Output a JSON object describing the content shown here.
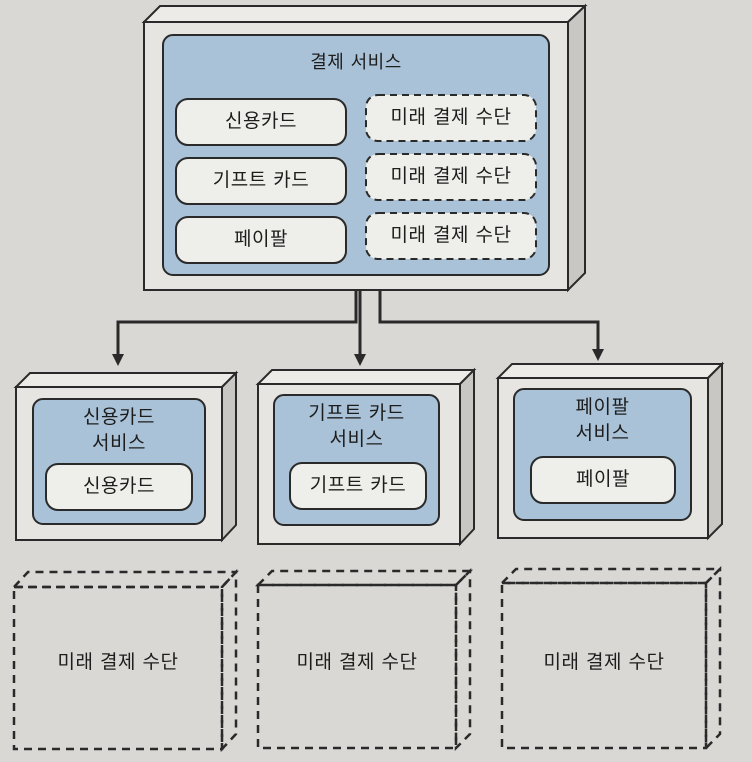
{
  "main": {
    "title": "결제 서비스",
    "methods": [
      "신용카드",
      "기프트 카드",
      "페이팔"
    ],
    "future": [
      "미래 결제 수단",
      "미래 결제 수단",
      "미래 결제 수단"
    ]
  },
  "services": [
    {
      "title": "신용카드\n서비스",
      "item": "신용카드"
    },
    {
      "title": "기프트 카드\n서비스",
      "item": "기프트 카드"
    },
    {
      "title": "페이팔\n서비스",
      "item": "페이팔"
    }
  ],
  "future_services": [
    "미래 결제 수단",
    "미래 결제 수단",
    "미래 결제 수단"
  ],
  "colors": {
    "panel": "#a9c2d8",
    "box_face": "#e6e5e1",
    "box_side": "#c8c7c3",
    "stroke": "#2a2a2a",
    "pill": "#eeeeea"
  }
}
